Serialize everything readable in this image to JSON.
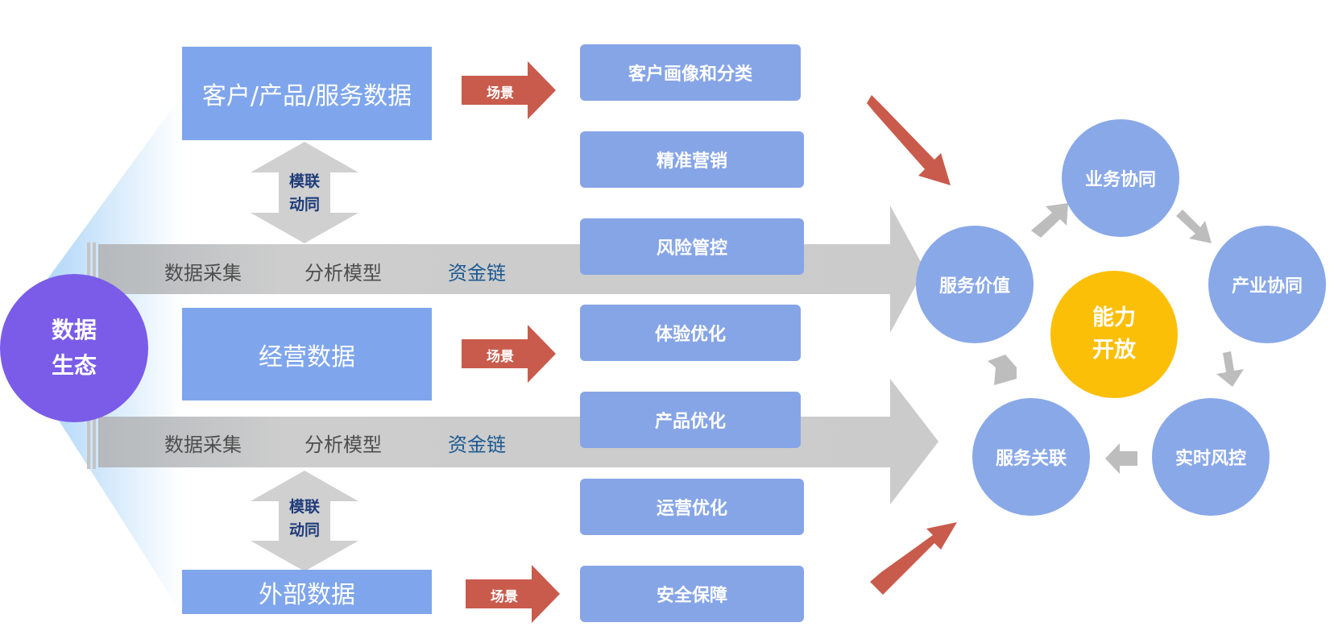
{
  "ecosystem": {
    "line1": "数据",
    "line2": "生态"
  },
  "sources": [
    {
      "label": "客户/产品/服务数据",
      "scene_tag": "场景"
    },
    {
      "label": "经营数据",
      "scene_tag": "场景"
    },
    {
      "label": "外部数据",
      "scene_tag": "场景"
    }
  ],
  "linkage": [
    {
      "line1": "模联",
      "line2": "动同"
    },
    {
      "line1": "模联",
      "line2": "动同"
    }
  ],
  "pipelines": [
    {
      "stages": [
        "数据采集",
        "分析模型",
        "资金链"
      ]
    },
    {
      "stages": [
        "数据采集",
        "分析模型",
        "资金链"
      ]
    }
  ],
  "scenarios": [
    "客户画像和分类",
    "精准营销",
    "风险管控",
    "体验优化",
    "产品优化",
    "运营优化",
    "安全保障"
  ],
  "cycle": {
    "center": {
      "line1": "能力",
      "line2": "开放"
    },
    "nodes": [
      "业务协同",
      "产业协同",
      "实时风控",
      "服务关联",
      "服务价值"
    ]
  },
  "colors": {
    "source_box": "#7fa6ec",
    "scene_box": "#86a5e6",
    "scene_arrow": "#c95b4c",
    "pipeline": "#cbcbcb",
    "ecosystem": "#7a5ce8",
    "center": "#fcbf08",
    "cycle_node": "#89a8e8"
  }
}
